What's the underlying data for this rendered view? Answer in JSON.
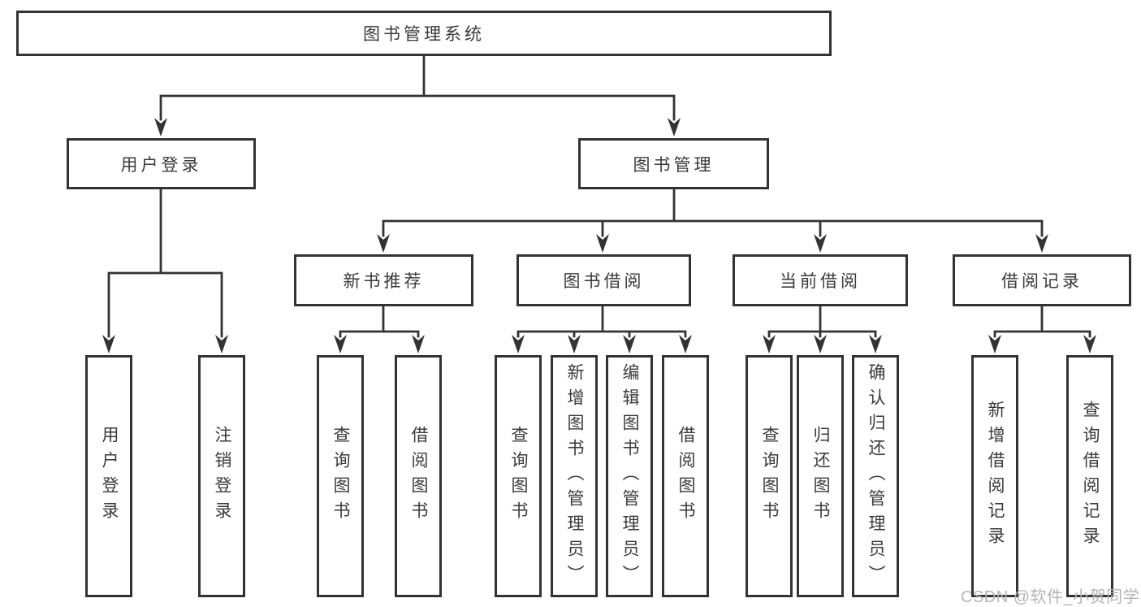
{
  "tree": {
    "root": "图书管理系统",
    "children": [
      {
        "label": "用户登录",
        "children": [
          {
            "label": "用户登录"
          },
          {
            "label": "注销登录"
          }
        ]
      },
      {
        "label": "图书管理",
        "children": [
          {
            "label": "新书推荐",
            "children": [
              {
                "label": "查询图书"
              },
              {
                "label": "借阅图书"
              }
            ]
          },
          {
            "label": "图书借阅",
            "children": [
              {
                "label": "查询图书"
              },
              {
                "label": "新增图书（管理员）"
              },
              {
                "label": "编辑图书（管理员）"
              },
              {
                "label": "借阅图书"
              }
            ]
          },
          {
            "label": "当前借阅",
            "children": [
              {
                "label": "查询图书"
              },
              {
                "label": "归还图书"
              },
              {
                "label": "确认归还（管理员）"
              }
            ]
          },
          {
            "label": "借阅记录",
            "children": [
              {
                "label": "新增借阅记录"
              },
              {
                "label": "查询借阅记录"
              }
            ]
          }
        ]
      }
    ]
  },
  "watermark": {
    "text": "CSDN @软件_小贺同学"
  },
  "colors": {
    "line": "#333333",
    "box_border": "#333333",
    "text": "#3a3a3a",
    "watermark": "#b5b5b5",
    "background": "#ffffff"
  }
}
